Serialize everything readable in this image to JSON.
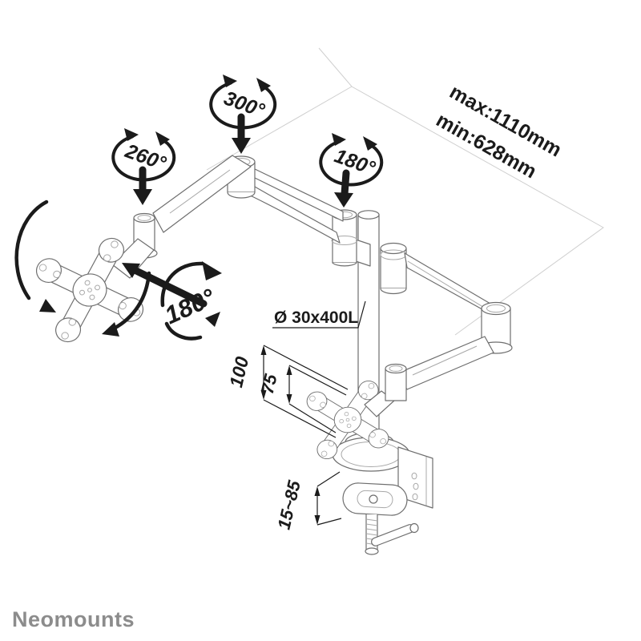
{
  "annotations": {
    "swivel_300": {
      "label": "300°"
    },
    "swivel_260": {
      "label": "260°"
    },
    "swivel_180_pole": {
      "label": "180°"
    },
    "rotate_180_vesa": {
      "label": "180°"
    },
    "reach": {
      "max": "max:1110mm",
      "min": "min:628mm"
    },
    "pole_dimension": {
      "label": "Ø 30x400L"
    },
    "vesa_spacing": {
      "outer": "100",
      "inner": "75"
    },
    "clamp_range": {
      "label": "15~85"
    }
  },
  "footer": {
    "logo_text": "Neomounts",
    "logo_color": "#8c8c8c"
  },
  "colors": {
    "annotation": "#1b1b1b",
    "product_line": "#6e6e6e",
    "product_line_light": "#a8a8a8",
    "plane_line": "#cfcfcf",
    "background": "#ffffff"
  }
}
